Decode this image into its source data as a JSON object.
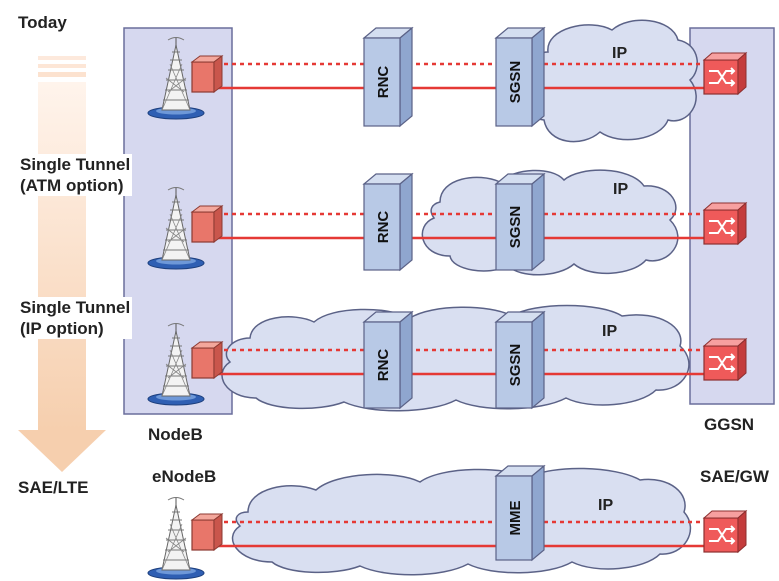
{
  "stages": [
    {
      "label": "Today"
    },
    {
      "label": "Single Tunnel\n(ATM option)"
    },
    {
      "label": "Single Tunnel\n(IP option)"
    },
    {
      "label": "SAE/LTE"
    }
  ],
  "nodes": {
    "nodeb": "NodeB",
    "ggsn": "GGSN",
    "enodeb": "eNodeB",
    "saegw": "SAE/GW",
    "rnc": "RNC",
    "sgsn": "SGSN",
    "mme": "MME",
    "ip": "IP"
  },
  "colors": {
    "panel_fill": "#d6d8ef",
    "panel_stroke": "#6a6e9c",
    "box_front": "#b8c9e6",
    "box_side": "#8fa6cf",
    "cloud_fill": "#d9dff1",
    "cloud_stroke": "#5b6287",
    "tunnel": "#e53935",
    "router": "#ef5a5a",
    "arrow": "#f9d9bf"
  }
}
